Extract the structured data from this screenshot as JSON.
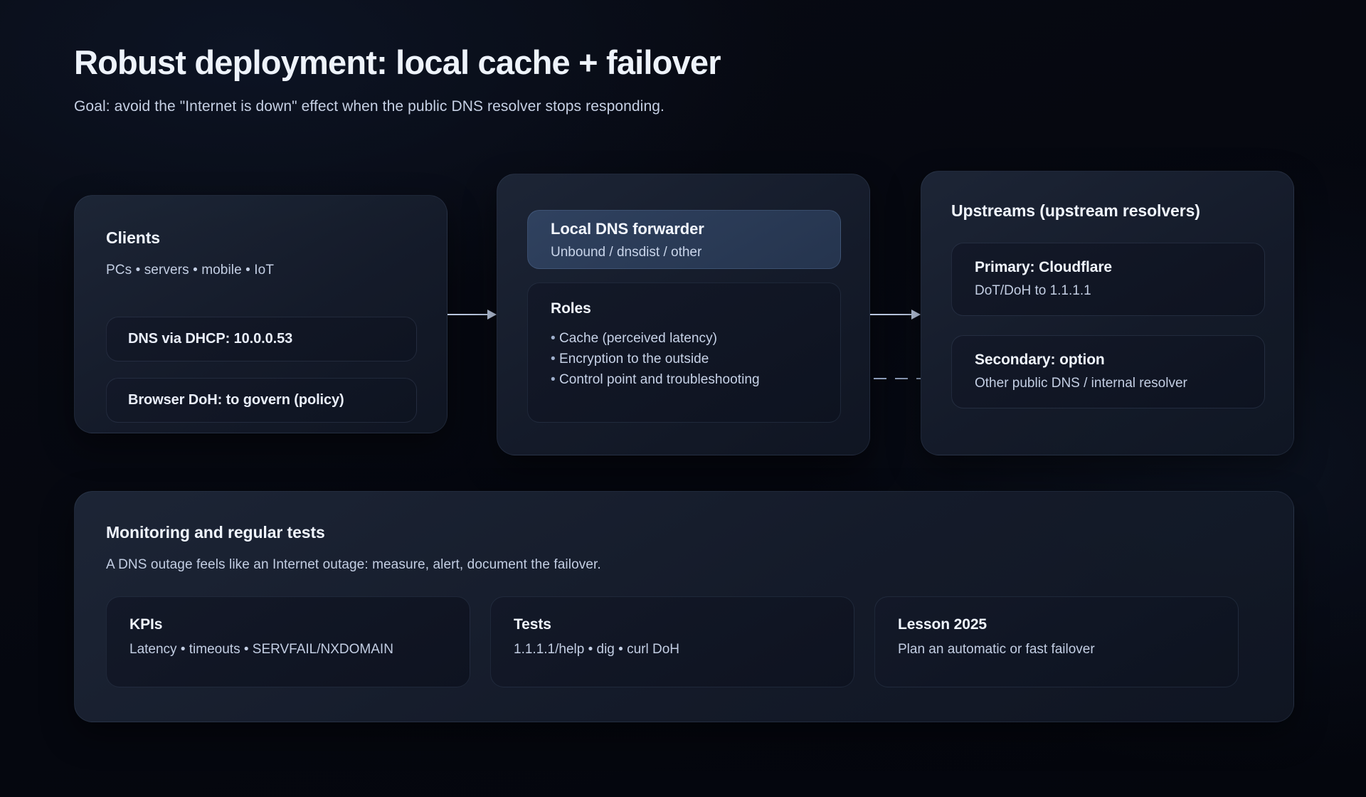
{
  "header": {
    "title": "Robust deployment: local cache + failover",
    "subtitle": "Goal: avoid the \"Internet is down\" effect when the public DNS resolver stops responding."
  },
  "clients": {
    "title": "Clients",
    "subtitle": "PCs • servers • mobile • IoT",
    "pills": [
      {
        "label": "DNS via DHCP: 10.0.0.53"
      },
      {
        "label": "Browser DoH: to govern (policy)"
      }
    ]
  },
  "forwarder": {
    "header_title": "Local DNS forwarder",
    "header_subtitle": "Unbound / dnsdist / other",
    "roles_title": "Roles",
    "roles": [
      "Cache (perceived latency)",
      "Encryption to the outside",
      "Control point and troubleshooting"
    ]
  },
  "upstreams": {
    "title": "Upstreams (upstream resolvers)",
    "cards": [
      {
        "title": "Primary: Cloudflare",
        "subtitle": "DoT/DoH to 1.1.1.1"
      },
      {
        "title": "Secondary: option",
        "subtitle": "Other public DNS / internal resolver"
      }
    ]
  },
  "monitoring": {
    "title": "Monitoring and regular tests",
    "subtitle": "A DNS outage feels like an Internet outage: measure, alert, document the failover.",
    "cards": [
      {
        "title": "KPIs",
        "subtitle": "Latency • timeouts • SERVFAIL/NXDOMAIN"
      },
      {
        "title": "Tests",
        "subtitle": "1.1.1.1/help • dig • curl DoH"
      },
      {
        "title": "Lesson 2025",
        "subtitle": "Plan an automatic or fast failover"
      }
    ]
  },
  "connectors": {
    "clients_to_forwarder": "arrow-right",
    "forwarder_to_upstreams": "arrow-right",
    "forwarder_to_secondary": "dashed-line"
  },
  "colors": {
    "background": "#05070f",
    "panel": "#1f2839",
    "accent_panel": "#314462",
    "text_primary": "#f0f5fd",
    "text_secondary": "#c3cee3",
    "connector": "#b9c6de"
  }
}
